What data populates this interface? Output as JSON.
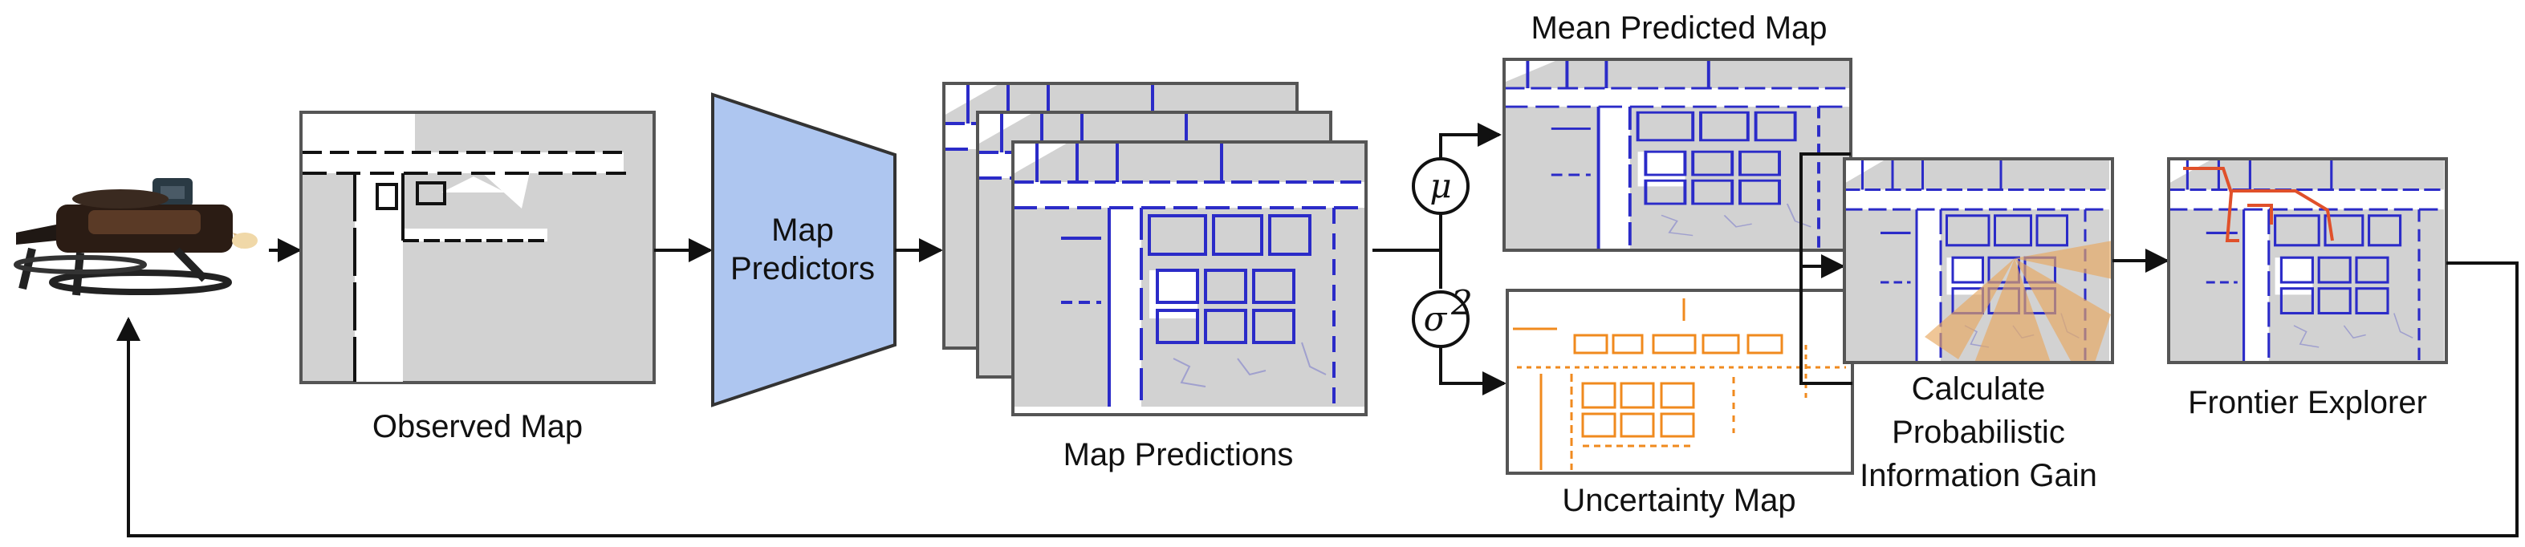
{
  "labels": {
    "observed_map": "Observed Map",
    "map_predictors": [
      "Map",
      "Predictors"
    ],
    "map_predictions": "Map Predictions",
    "mean_predicted_map": "Mean Predicted Map",
    "uncertainty_map": "Uncertainty Map",
    "info_gain": [
      "Calculate",
      "Probabilistic",
      "Information Gain"
    ],
    "frontier_explorer": "Frontier Explorer"
  },
  "symbols": {
    "mu": "μ",
    "sigma": "σ",
    "sigma_exp": "2"
  },
  "colors": {
    "predictor_fill": "#aec6f0",
    "map_gray": "#d2d2d2",
    "wall_blue": "#2b2bc8",
    "uncertainty_orange": "#f08a1e",
    "frontier_path": "#e0502a",
    "gain_wedge": "#e8a860"
  },
  "icons": {
    "robot": "drone-icon"
  }
}
